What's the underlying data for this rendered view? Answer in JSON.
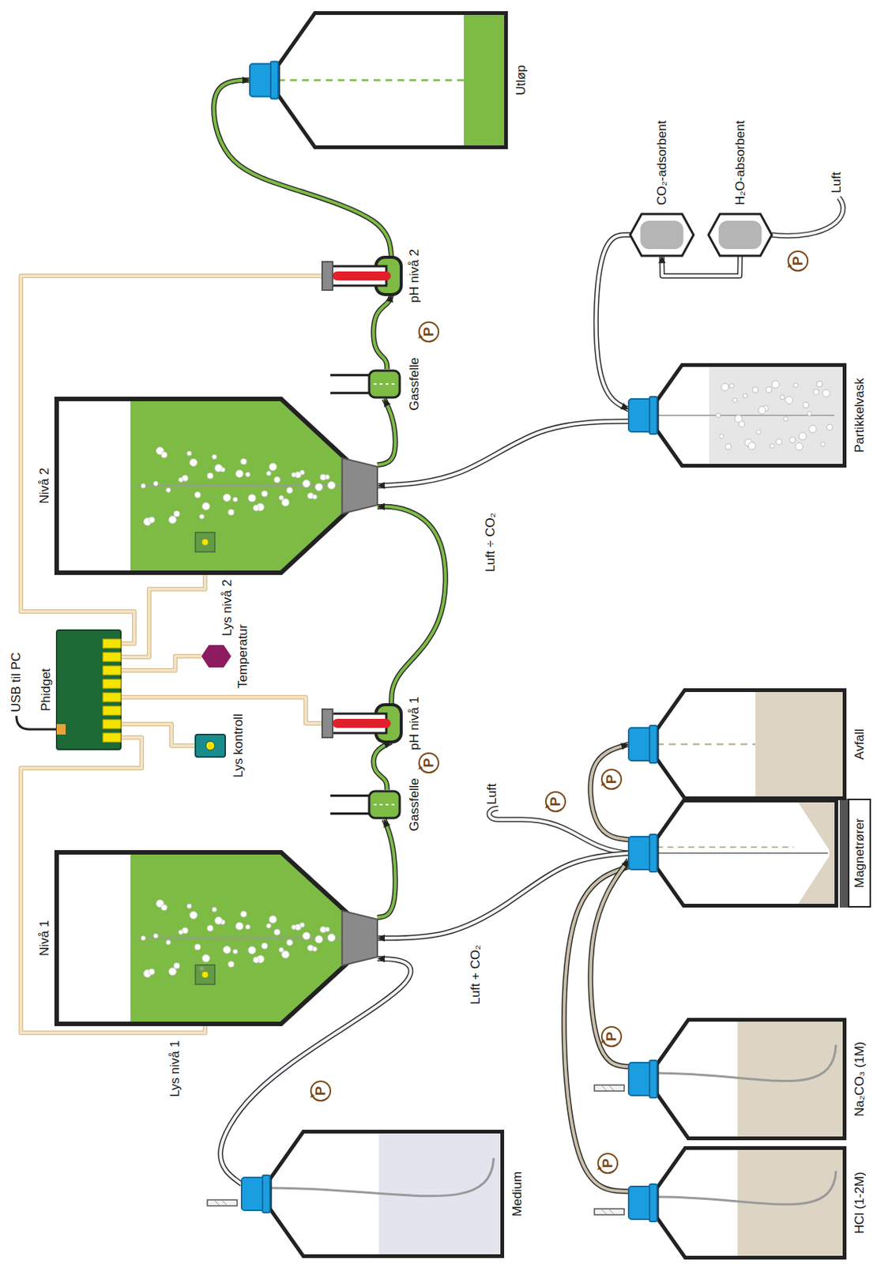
{
  "diagram": {
    "nodes": [
      {
        "text": [
          "Medium"
        ]
      },
      {
        "text": [
          "Nivå 1"
        ]
      },
      {
        "text": [
          "Lys nivå 1"
        ],
        "in": 1
      },
      {
        "text": [
          "Gassfelle"
        ]
      },
      {
        "text": [
          "pH nivå 1"
        ]
      },
      {
        "text": [
          "Phidget"
        ]
      },
      {
        "text": [
          "Lys kontroll"
        ]
      },
      {
        "text": [
          "Temperatur"
        ]
      },
      {
        "text": [
          "Nivå 2"
        ]
      },
      {
        "text": [
          "Lys nivå 2"
        ],
        "in": 8
      },
      {
        "text": [
          "Gassfelle"
        ]
      },
      {
        "text": [
          "pH nivå 2"
        ]
      },
      {
        "text": [
          "Utløp"
        ]
      },
      {
        "text": [
          "HCl (1-2M)"
        ]
      },
      {
        "text": [
          "Na₂CO₃ (1M)"
        ]
      },
      {
        "text": [
          "Magnetrører"
        ]
      },
      {
        "text": [
          "Avfall"
        ]
      },
      {
        "text": [
          "Partikkelvask"
        ]
      },
      {
        "text": [
          "CO₂-adsorbent"
        ]
      },
      {
        "text": [
          "H₂O-absorbent"
        ]
      },
      {
        "text": [
          "P"
        ]
      },
      {
        "text": [
          "P"
        ]
      },
      {
        "text": [
          "P"
        ]
      },
      {
        "text": [
          "P"
        ]
      },
      {
        "text": [
          "P"
        ]
      },
      {
        "text": [
          "P"
        ]
      },
      {
        "text": [
          "P"
        ]
      },
      {
        "text": [
          "P"
        ]
      }
    ],
    "edges": [
      {
        "from": 0,
        "to": 1,
        "arrow": "to"
      },
      {
        "from": 1,
        "to": 3,
        "arrow": "to"
      },
      {
        "from": 3,
        "to": 4,
        "arrow": "to"
      },
      {
        "from": 4,
        "to": 8,
        "arrow": "to"
      },
      {
        "from": 8,
        "to": 10,
        "arrow": "to"
      },
      {
        "from": 10,
        "to": 11,
        "arrow": "to"
      },
      {
        "from": 11,
        "to": 12,
        "arrow": "to"
      },
      {
        "from": 13,
        "to": 15,
        "arrow": "to"
      },
      {
        "from": 14,
        "to": 15,
        "arrow": "to"
      },
      {
        "from": 15,
        "to": 1,
        "label": "Luft + CO₂",
        "arrow": "to"
      },
      {
        "from": 15,
        "to": 16,
        "arrow": "to"
      },
      {
        "from": 17,
        "to": 8,
        "label": "Luft ÷ CO₂",
        "arrow": "to"
      },
      {
        "from": 18,
        "to": 17,
        "arrow": "to"
      },
      {
        "from": 19,
        "to": 18,
        "arrow": "to"
      },
      {
        "from": 5,
        "to": 2,
        "arrow": "none"
      },
      {
        "from": 5,
        "to": 6,
        "arrow": "none"
      },
      {
        "from": 5,
        "to": 4,
        "arrow": "none"
      },
      {
        "from": 5,
        "to": 7,
        "arrow": "none"
      },
      {
        "from": 5,
        "to": 9,
        "arrow": "none"
      },
      {
        "from": 5,
        "to": 11,
        "arrow": "none"
      }
    ],
    "labels": [
      "USB til PC",
      "Luft",
      "Luft"
    ]
  }
}
